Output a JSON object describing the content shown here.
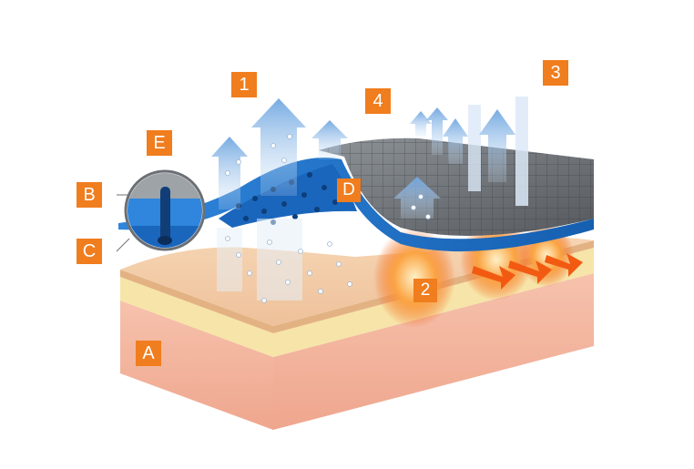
{
  "labels": {
    "one": "1",
    "two": "2",
    "three": "3",
    "four": "4",
    "a": "A",
    "b": "B",
    "c": "C",
    "d": "D",
    "e": "E"
  },
  "colors": {
    "badge": "#f07d1e",
    "membrane_blue": "#1f73c9",
    "membrane_blue_light": "#5aa3e8",
    "outer_fabric": "#6b7076",
    "skin_top": "#f0c9a0",
    "skin_fat": "#f7e2a6",
    "skin_dermis": "#f2b29a",
    "heat_orange": "#f25a12",
    "vapor_arrow": "#8bb6e6"
  },
  "icons": [
    "magnifier-lens-icon",
    "vapor-arrow-icon",
    "heat-arrow-icon"
  ]
}
